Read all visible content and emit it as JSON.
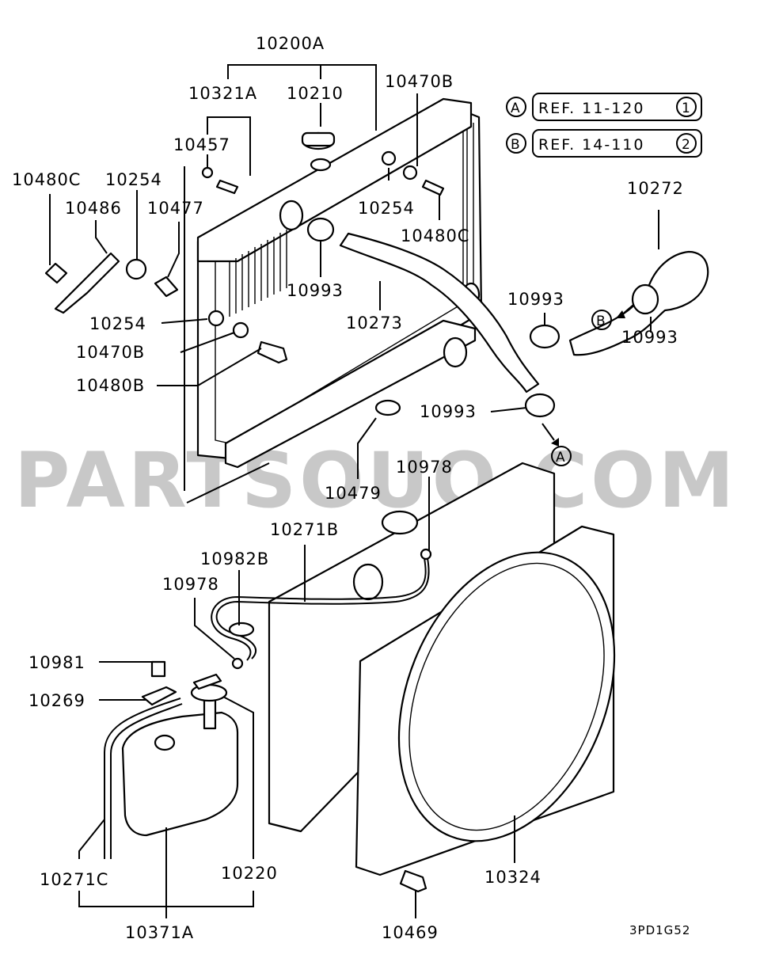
{
  "watermark": "PARTSOUQ.COM",
  "diagram_code": "3PD1G52",
  "references": [
    {
      "marker": "A",
      "text": "REF. 11-120",
      "num": "1"
    },
    {
      "marker": "B",
      "text": "REF. 14-110",
      "num": "2"
    }
  ],
  "flow_markers": {
    "a": "A",
    "b": "B"
  },
  "labels": {
    "l10200A": "10200A",
    "l10321A": "10321A",
    "l10210": "10210",
    "l10470B_top": "10470B",
    "l10457": "10457",
    "l10480C_left": "10480C",
    "l10254_left": "10254",
    "l10486": "10486",
    "l10477": "10477",
    "l10254_mid": "10254",
    "l10480C_right": "10480C",
    "l10272": "10272",
    "l10993_a": "10993",
    "l10993_b": "10993",
    "l10993_c": "10993",
    "l10993_d": "10993",
    "l10273": "10273",
    "l10254_low": "10254",
    "l10470B_low": "10470B",
    "l10480B": "10480B",
    "l10479": "10479",
    "l10978_right": "10978",
    "l10271B": "10271B",
    "l10982B": "10982B",
    "l10978_left": "10978",
    "l10981": "10981",
    "l10269": "10269",
    "l10220": "10220",
    "l10271C": "10271C",
    "l10371A": "10371A",
    "l10324": "10324",
    "l10469": "10469"
  }
}
